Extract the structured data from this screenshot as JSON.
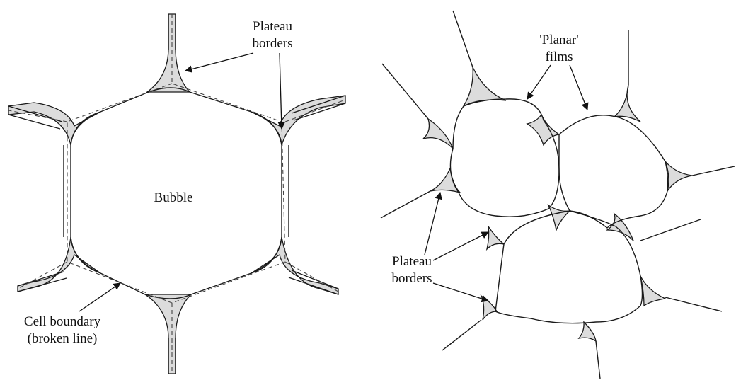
{
  "left_panel": {
    "bubble_label": "Bubble",
    "plateau_label_line1": "Plateau",
    "plateau_label_line2": "borders",
    "cell_label_line1": "Cell boundary",
    "cell_label_line2": "(broken line)"
  },
  "right_panel": {
    "planar_label_line1": "'Planar'",
    "planar_label_line2": "films",
    "plateau_label_line1": "Plateau",
    "plateau_label_line2": "borders"
  },
  "colors": {
    "plateau_border_fill": "#dcdcdc",
    "line": "#1a1a1a"
  }
}
